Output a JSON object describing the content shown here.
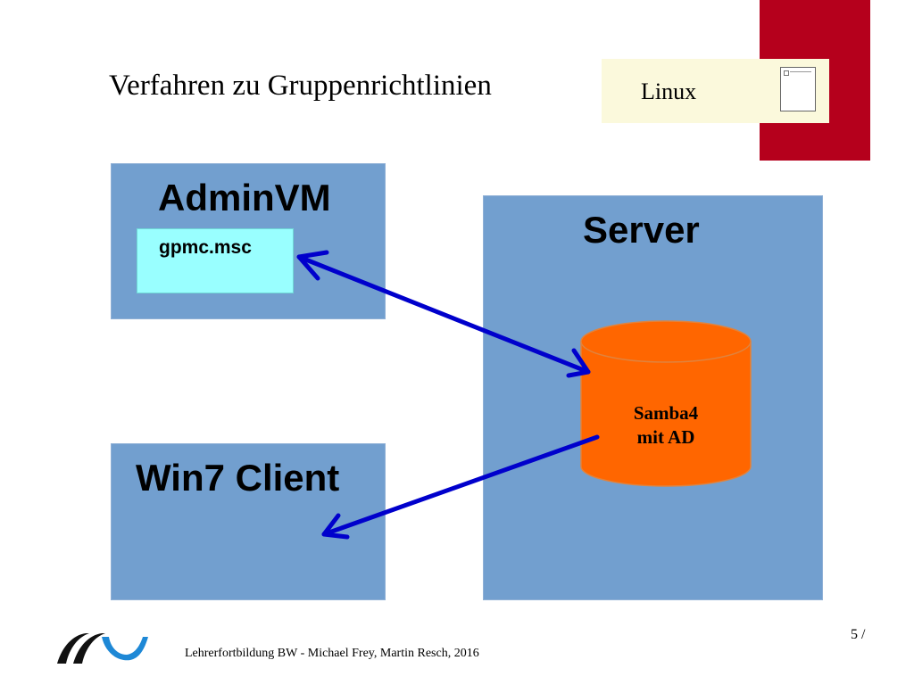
{
  "slide": {
    "title": "Verfahren zu Gruppenrichtlinien",
    "page_number": "5 /",
    "footer": "Lehrerfortbildung BW - Michael Frey, Martin Resch, 2016"
  },
  "linux_box": {
    "label": "Linux"
  },
  "nodes": {
    "admin_vm": {
      "title": "AdminVM",
      "app": "gpmc.msc"
    },
    "server": {
      "title": "Server",
      "db_line1": "Samba4",
      "db_line2": "mit AD"
    },
    "win7_client": {
      "title": "Win7 Client"
    }
  },
  "colors": {
    "accent_red": "#b5001c",
    "panel_blue": "#729fcf",
    "app_cyan": "#99ffff",
    "db_orange": "#ff6600",
    "arrow_blue": "#0000cc",
    "linux_box_bg": "#fbf9dc"
  },
  "connections": [
    {
      "from": "gpmc.msc",
      "to": "Samba4 mit AD",
      "direction": "bidirectional"
    },
    {
      "from": "Samba4 mit AD",
      "to": "Win7 Client",
      "direction": "one-way"
    }
  ]
}
